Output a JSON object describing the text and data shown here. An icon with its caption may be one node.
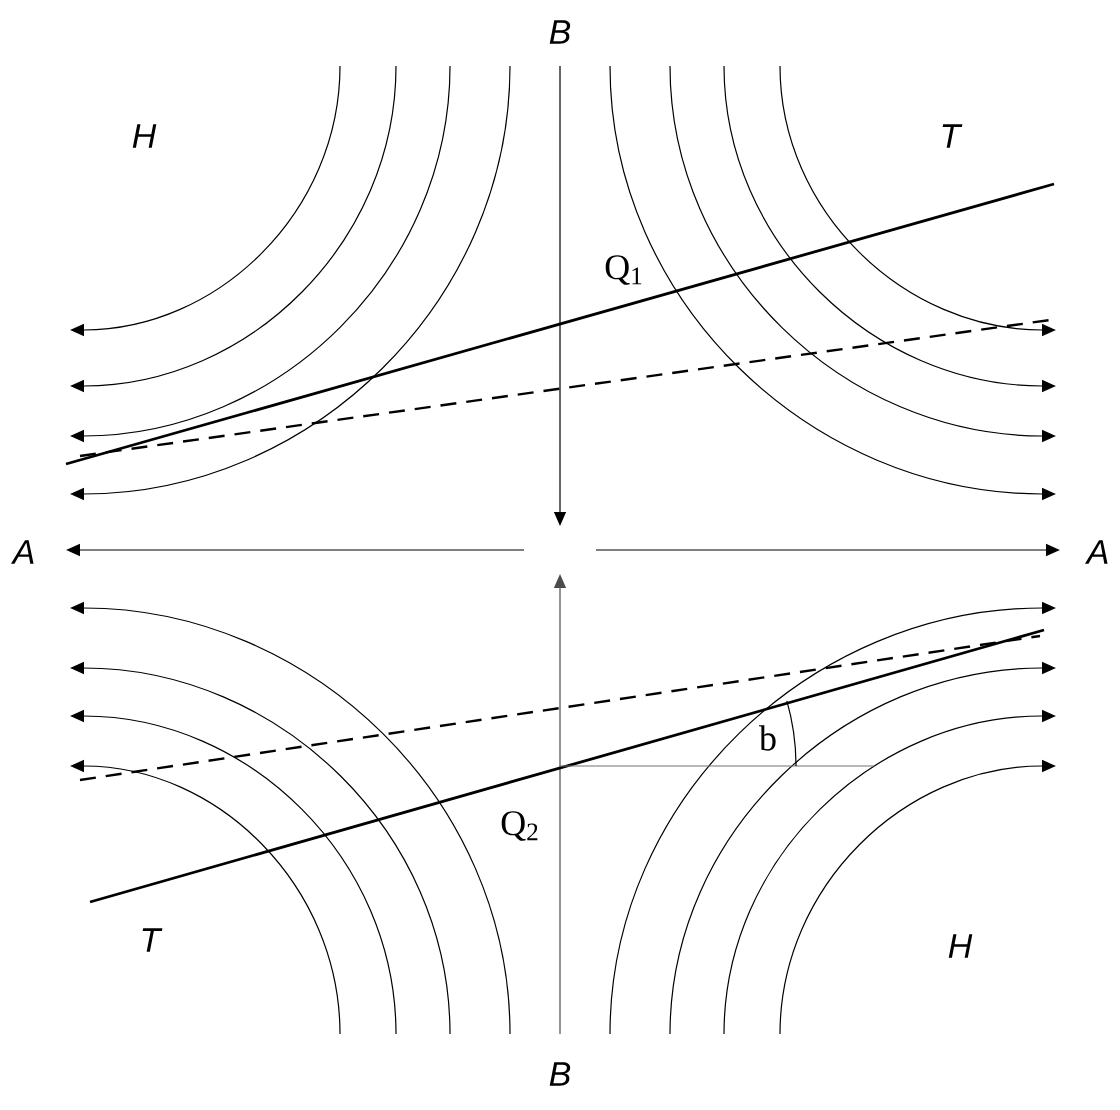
{
  "diagram": {
    "labels": [
      "B",
      "H",
      "T",
      "Q$_{1}$",
      "A",
      "A",
      "b",
      "Q$_{2}$",
      "T",
      "H",
      "B"
    ]
  }
}
